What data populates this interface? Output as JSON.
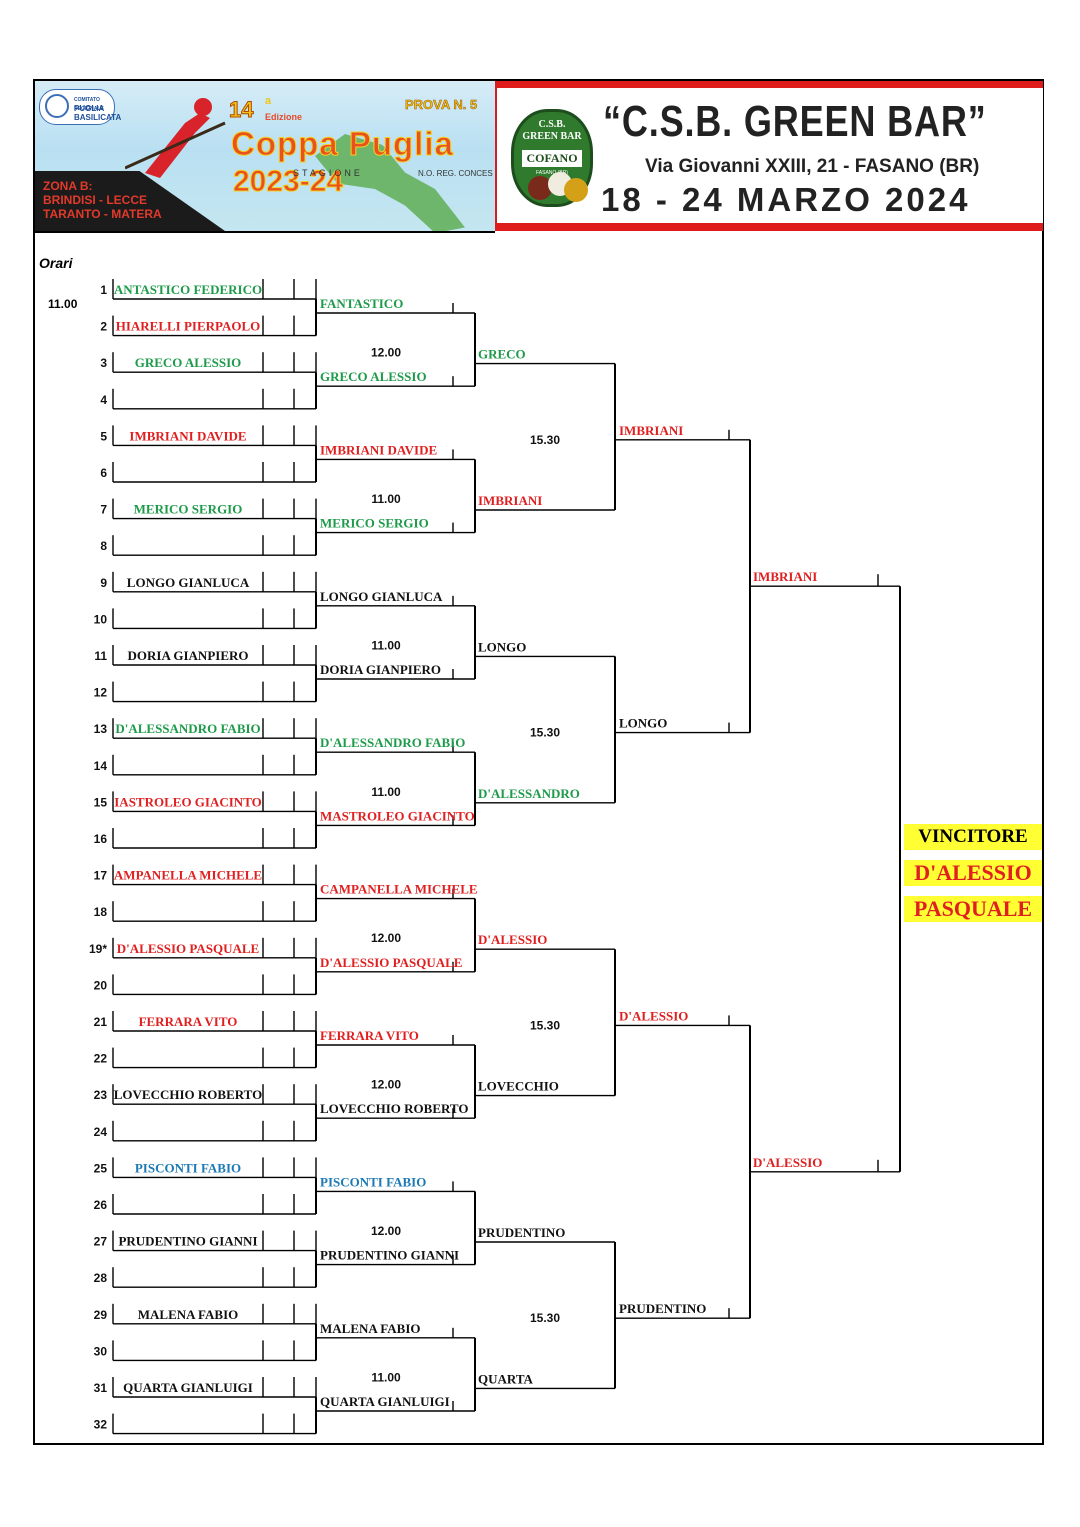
{
  "header": {
    "organizer": "PUGLIA BASILICATA",
    "organizer_small": "COMITATO REGIONALE",
    "edition_number": "14",
    "edition_suffix": "a",
    "edition_word": "Edizione",
    "cup_name": "Coppa Puglia",
    "season_word": "STAGIONE",
    "season_years": "2023-24",
    "prova": "PROVA N. 5",
    "reg_code": "N.O. REG. CONCES",
    "zone_title": "ZONA B:",
    "zone_line1": "BRINDISI - LECCE",
    "zone_line2": "TARANTO - MATERA",
    "club_logo_line1": "C.S.B.",
    "club_logo_line2": "GREEN BAR",
    "club_logo_name": "COFANO",
    "club_logo_city": "FASANO (BR)",
    "club_title": "“C.S.B. GREEN BAR”",
    "address": "Via Giovanni XXIII, 21 - FASANO (BR)",
    "dates": "18 - 24 MARZO 2024"
  },
  "colors": {
    "green": "#1e9b4a",
    "red": "#e02020",
    "blue": "#1c79b4",
    "black": "#111111",
    "winner_bg": "#ffff33"
  },
  "labels": {
    "orari": "Orari",
    "first_time": "11.00"
  },
  "round1": [
    {
      "seed": "1",
      "name": "ANTASTICO FEDERICO",
      "color": "green"
    },
    {
      "seed": "2",
      "name": "HIARELLI PIERPAOLO",
      "color": "red"
    },
    {
      "seed": "3",
      "name": "GRECO ALESSIO",
      "color": "green"
    },
    {
      "seed": "4",
      "name": "",
      "color": "black"
    },
    {
      "seed": "5",
      "name": "IMBRIANI DAVIDE",
      "color": "red"
    },
    {
      "seed": "6",
      "name": "",
      "color": "black"
    },
    {
      "seed": "7",
      "name": "MERICO  SERGIO",
      "color": "green"
    },
    {
      "seed": "8",
      "name": "",
      "color": "black"
    },
    {
      "seed": "9",
      "name": "LONGO GIANLUCA",
      "color": "black"
    },
    {
      "seed": "10",
      "name": "",
      "color": "black"
    },
    {
      "seed": "11",
      "name": "DORIA GIANPIERO",
      "color": "black"
    },
    {
      "seed": "12",
      "name": "",
      "color": "black"
    },
    {
      "seed": "13",
      "name": "D'ALESSANDRO FABIO",
      "color": "green"
    },
    {
      "seed": "14",
      "name": "",
      "color": "black"
    },
    {
      "seed": "15",
      "name": "IASTROLEO GIACINTO",
      "color": "red"
    },
    {
      "seed": "16",
      "name": "",
      "color": "black"
    },
    {
      "seed": "17",
      "name": "AMPANELLA MICHELE",
      "color": "red"
    },
    {
      "seed": "18",
      "name": "",
      "color": "black"
    },
    {
      "seed": "19*",
      "name": "D'ALESSIO PASQUALE",
      "color": "red"
    },
    {
      "seed": "20",
      "name": "",
      "color": "black"
    },
    {
      "seed": "21",
      "name": "FERRARA VITO",
      "color": "red"
    },
    {
      "seed": "22",
      "name": "",
      "color": "black"
    },
    {
      "seed": "23",
      "name": "LOVECCHIO ROBERTO",
      "color": "black"
    },
    {
      "seed": "24",
      "name": "",
      "color": "black"
    },
    {
      "seed": "25",
      "name": "PISCONTI FABIO",
      "color": "blue"
    },
    {
      "seed": "26",
      "name": "",
      "color": "black"
    },
    {
      "seed": "27",
      "name": "PRUDENTINO GIANNI",
      "color": "black"
    },
    {
      "seed": "28",
      "name": "",
      "color": "black"
    },
    {
      "seed": "29",
      "name": "MALENA FABIO",
      "color": "black"
    },
    {
      "seed": "30",
      "name": "",
      "color": "black"
    },
    {
      "seed": "31",
      "name": "QUARTA GIANLUIGI",
      "color": "black"
    },
    {
      "seed": "32",
      "name": "",
      "color": "black"
    }
  ],
  "round2": [
    {
      "name": "FANTASTICO",
      "color": "green"
    },
    {
      "name": "GRECO ALESSIO",
      "color": "green"
    },
    {
      "name": "IMBRIANI DAVIDE",
      "color": "red"
    },
    {
      "name": "MERICO SERGIO",
      "color": "green"
    },
    {
      "name": "LONGO GIANLUCA",
      "color": "black"
    },
    {
      "name": "DORIA GIANPIERO",
      "color": "black"
    },
    {
      "name": "D'ALESSANDRO FABIO",
      "color": "green"
    },
    {
      "name": "MASTROLEO GIACINTO",
      "color": "red"
    },
    {
      "name": "CAMPANELLA MICHELE",
      "color": "red"
    },
    {
      "name": "D'ALESSIO PASQUALE",
      "color": "red"
    },
    {
      "name": "FERRARA VITO",
      "color": "red"
    },
    {
      "name": "LOVECCHIO ROBERTO",
      "color": "black"
    },
    {
      "name": "PISCONTI FABIO",
      "color": "blue"
    },
    {
      "name": "PRUDENTINO GIANNI",
      "color": "black"
    },
    {
      "name": "MALENA FABIO",
      "color": "black"
    },
    {
      "name": "QUARTA GIANLUIGI",
      "color": "black"
    }
  ],
  "round2_times": [
    "12.00",
    "11.00",
    "11.00",
    "11.00",
    "12.00",
    "12.00",
    "12.00",
    "11.00"
  ],
  "round3": [
    {
      "name": "GRECO",
      "color": "green"
    },
    {
      "name": "IMBRIANI",
      "color": "red"
    },
    {
      "name": "LONGO",
      "color": "black"
    },
    {
      "name": "D'ALESSANDRO",
      "color": "green"
    },
    {
      "name": "D'ALESSIO",
      "color": "red"
    },
    {
      "name": "LOVECCHIO",
      "color": "black"
    },
    {
      "name": "PRUDENTINO",
      "color": "black"
    },
    {
      "name": "QUARTA",
      "color": "black"
    }
  ],
  "round3_times": [
    "15.30",
    "15.30",
    "15.30",
    "15.30"
  ],
  "round4": [
    {
      "name": "IMBRIANI",
      "color": "red"
    },
    {
      "name": "LONGO",
      "color": "black"
    },
    {
      "name": "D'ALESSIO",
      "color": "red"
    },
    {
      "name": "PRUDENTINO",
      "color": "black"
    }
  ],
  "round5": [
    {
      "name": "IMBRIANI",
      "color": "red"
    },
    {
      "name": "D'ALESSIO",
      "color": "red"
    }
  ],
  "winner": {
    "title": "VINCITORE",
    "line1": "D'ALESSIO",
    "line2": "PASQUALE"
  }
}
